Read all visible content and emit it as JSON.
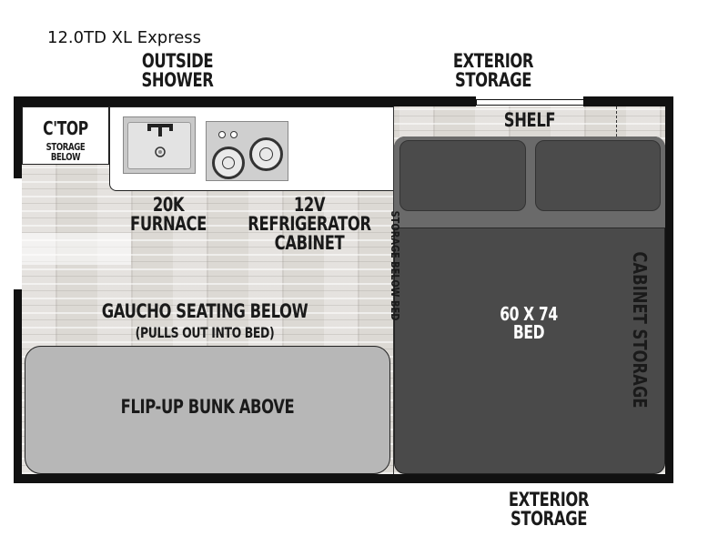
{
  "model_name": "12.0TD XL Express",
  "labels": {
    "outside_shower": [
      "OUTSIDE",
      "SHOWER"
    ],
    "exterior_storage_top": [
      "EXTERIOR",
      "STORAGE"
    ],
    "exterior_storage_bottom": [
      "EXTERIOR",
      "STORAGE"
    ],
    "ctop": "C'TOP",
    "storage_below": "STORAGE BELOW",
    "shelf": "SHELF",
    "furnace": [
      "20K",
      "FURNACE"
    ],
    "refrigerator": [
      "12V REFRIGERATOR",
      "CABINET"
    ],
    "storage_below_bed": "STORAGE BELOW BED",
    "cabinet_storage": "CABINET STORAGE",
    "gaucho": "GAUCHO SEATING BELOW",
    "gaucho_note": "(PULLS OUT INTO BED)",
    "bed": [
      "60 x 74",
      "BED"
    ],
    "bunk": "FLIP-UP BUNK ABOVE"
  },
  "colors": {
    "outline": "#111111",
    "bed": "#4a4a4a",
    "bunk": "#b7b7b7",
    "floor": "#dcd9d4"
  }
}
